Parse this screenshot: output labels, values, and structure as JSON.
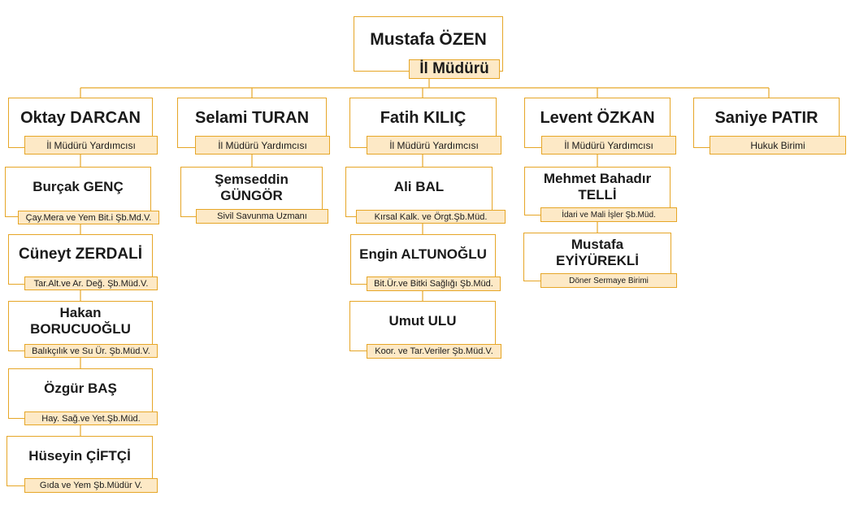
{
  "root": {
    "name": "Mustafa ÖZEN",
    "title": "İl Müdürü"
  },
  "columns": [
    {
      "name": "Oktay DARCAN",
      "title": "İl Müdürü Yardımcısı",
      "children": [
        {
          "name": "Burçak GENÇ",
          "title": "Çay.Mera ve Yem Bit.i Şb.Md.V."
        },
        {
          "name": "Cüneyt ZERDALİ",
          "title": "Tar.Alt.ve Ar. Değ. Şb.Müd.V."
        },
        {
          "name": "Hakan BORUCUOĞLU",
          "title": "Balıkçılık ve Su Ür. Şb.Müd.V."
        },
        {
          "name": "Özgür BAŞ",
          "title": "Hay. Sağ.ve Yet.Şb.Müd."
        },
        {
          "name": "Hüseyin ÇİFTÇİ",
          "title": "Gıda ve Yem Şb.Müdür V."
        }
      ]
    },
    {
      "name": "Selami TURAN",
      "title": "İl Müdürü Yardımcısı",
      "children": [
        {
          "name": "Şemseddin GÜNGÖR",
          "title": "Sivil Savunma Uzmanı"
        }
      ]
    },
    {
      "name": "Fatih KILIÇ",
      "title": "İl Müdürü Yardımcısı",
      "children": [
        {
          "name": "Ali BAL",
          "title": "Kırsal Kalk. ve Örgt.Şb.Müd."
        },
        {
          "name": "Engin ALTUNOĞLU",
          "title": "Bit.Ür.ve Bitki Sağlığı Şb.Müd."
        },
        {
          "name": "Umut ULU",
          "title": "Koor. ve Tar.Veriler Şb.Müd.V."
        }
      ]
    },
    {
      "name": "Levent ÖZKAN",
      "title": "İl Müdürü Yardımcısı",
      "children": [
        {
          "name": "Mehmet Bahadır TELLİ",
          "title": "İdari ve Mali İşler Şb.Müd."
        },
        {
          "name": "Mustafa EYİYÜREKLİ",
          "title": "Döner Sermaye Birimi"
        }
      ]
    },
    {
      "name": "Saniye PATIR",
      "title": "Hukuk Birimi",
      "children": []
    }
  ],
  "colors": {
    "border": "#e6a627",
    "label_fill": "#fde9c6",
    "line": "#e6a627"
  }
}
